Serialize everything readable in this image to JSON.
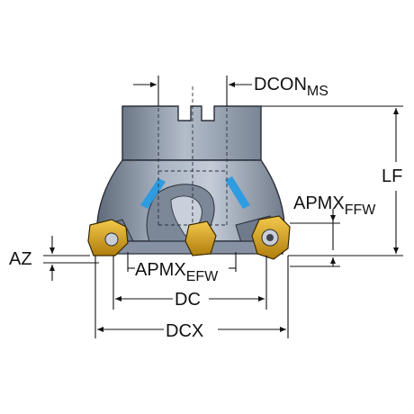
{
  "labels": {
    "dcon": "DCON",
    "dcon_sub": "MS",
    "lf": "LF",
    "apmx_ffw": "APMX",
    "apmx_ffw_sub": "FFW",
    "az": "AZ",
    "apmx_efw": "APMX",
    "apmx_efw_sub": "EFW",
    "dc": "DC",
    "dcx": "DCX"
  },
  "colors": {
    "body": "#8a96a8",
    "body_light": "#b7c1cf",
    "body_dark": "#55606f",
    "insert": "#d9a21b",
    "coolant": "#2f9be0",
    "dim_line": "#111111"
  }
}
